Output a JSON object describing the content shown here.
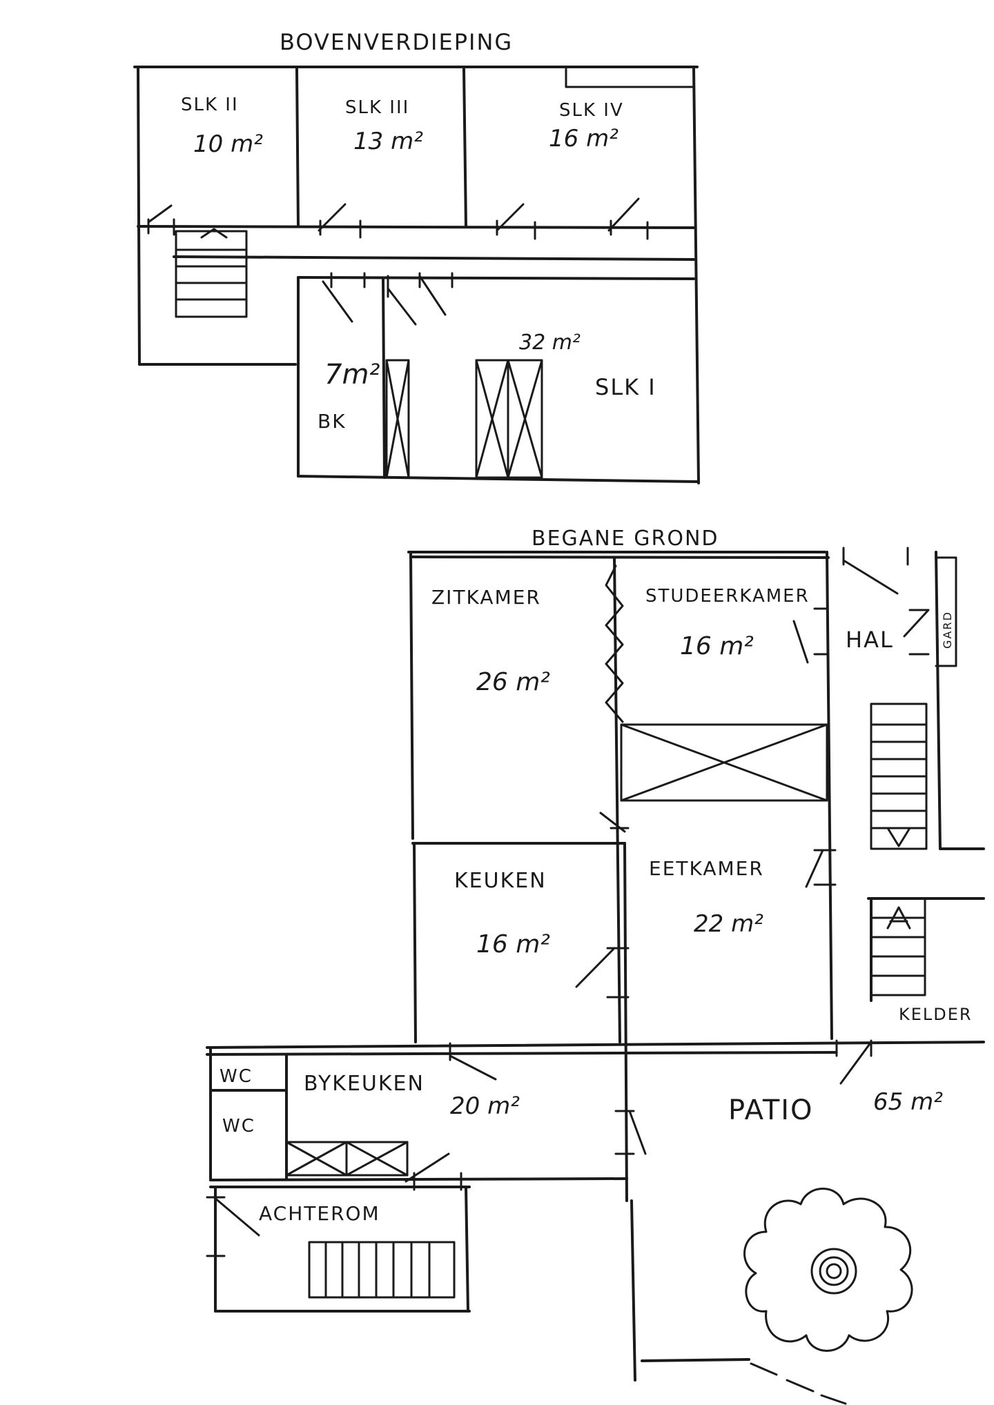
{
  "floors": {
    "upper": {
      "title": "BOVENVERDIEPING",
      "rooms": {
        "slk2": {
          "name": "SLK II",
          "area": "10 m²"
        },
        "slk3": {
          "name": "SLK III",
          "area": "13 m²"
        },
        "slk4": {
          "name": "SLK IV",
          "area": "16 m²"
        },
        "slk1": {
          "name": "SLK I",
          "area": "32 m²"
        },
        "bk": {
          "name": "BK",
          "area": "7m²"
        }
      }
    },
    "ground": {
      "title": "BEGANE GROND",
      "rooms": {
        "zitkamer": {
          "name": "ZITKAMER",
          "area": "26 m²"
        },
        "studeerkamer": {
          "name": "STUDEERKAMER",
          "area": "16 m²"
        },
        "hal": {
          "name": "HAL"
        },
        "gard": {
          "name": "GARD"
        },
        "keuken": {
          "name": "KEUKEN",
          "area": "16 m²"
        },
        "eetkamer": {
          "name": "EETKAMER",
          "area": "22 m²"
        },
        "kelder": {
          "name": "KELDER"
        },
        "wc1": {
          "name": "WC"
        },
        "wc2": {
          "name": "WC"
        },
        "bykeuken": {
          "name": "BYKEUKEN",
          "area": "20 m²"
        },
        "patio": {
          "name": "PATIO",
          "area": "65 m²"
        },
        "achterom": {
          "name": "ACHTEROM"
        }
      }
    }
  }
}
